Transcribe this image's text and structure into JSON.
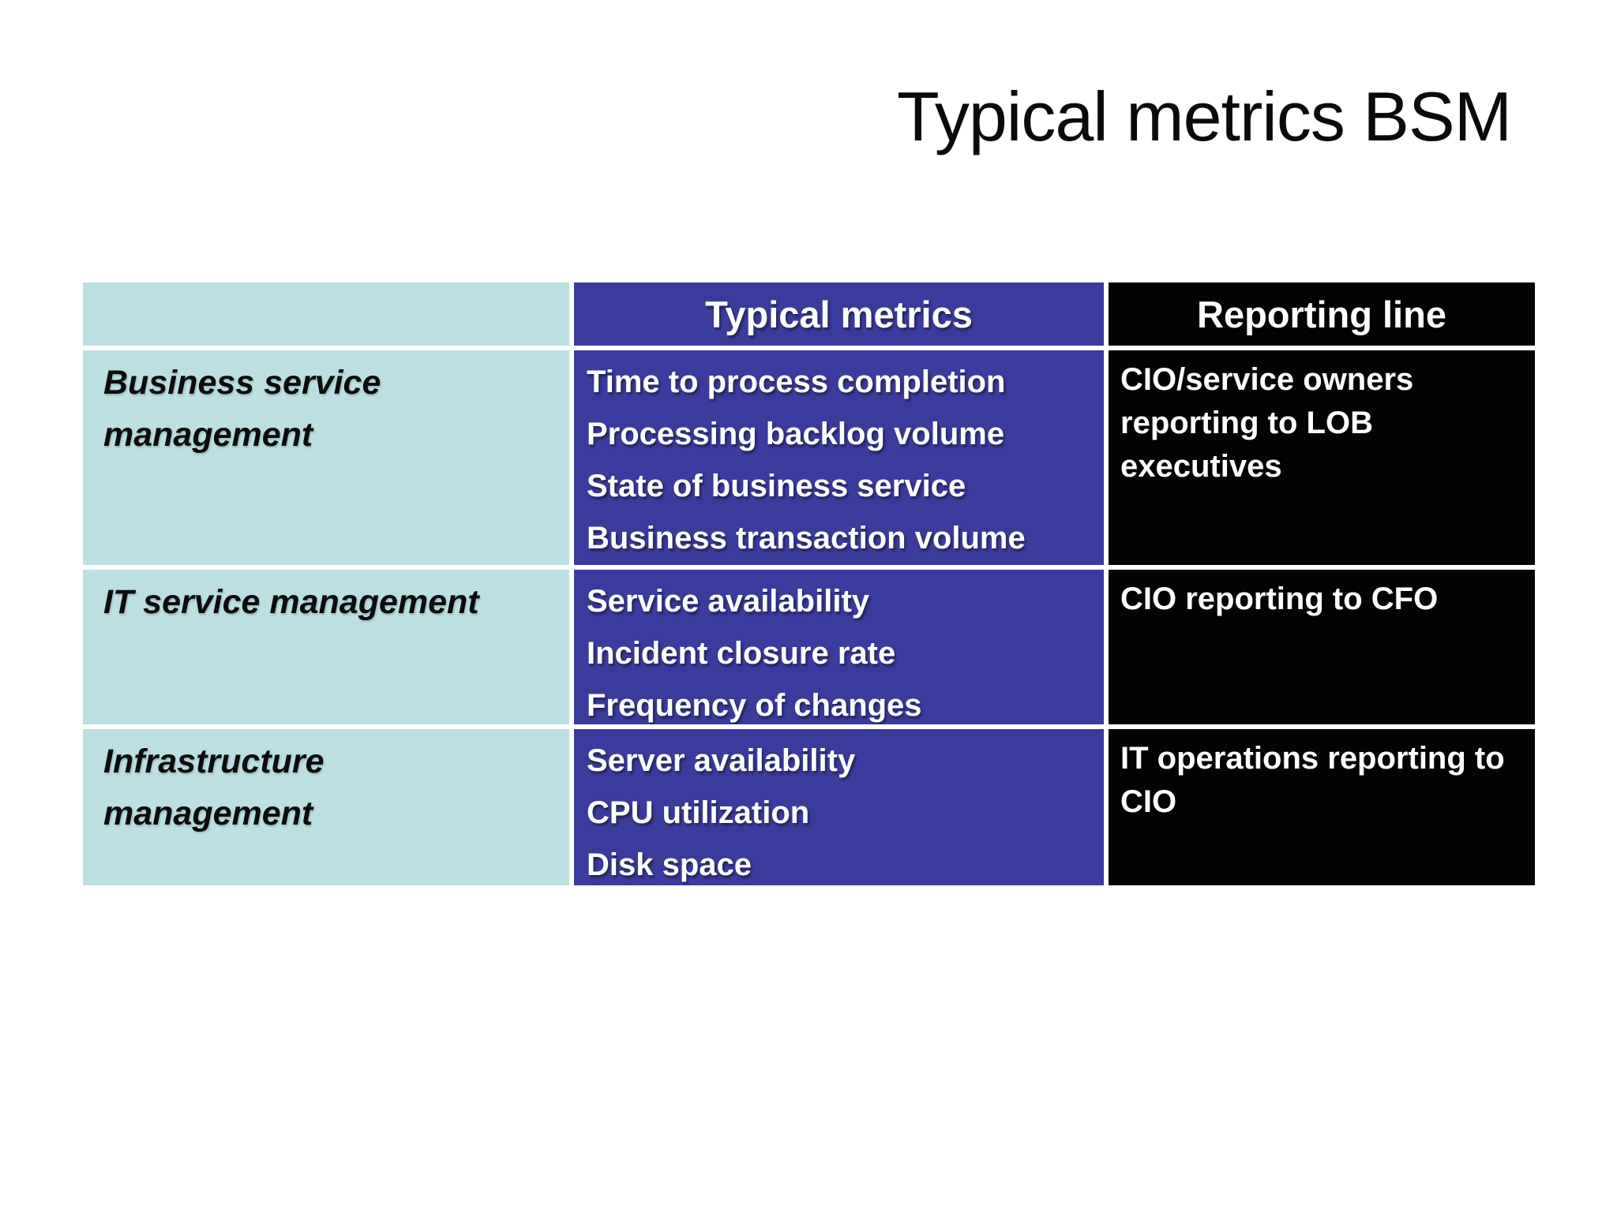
{
  "slide": {
    "title": "Typical metrics BSM"
  },
  "colors": {
    "label-bg": "#bcdfe2",
    "metrics-bg": "#3b3b9d",
    "reporting-bg": "#030303",
    "label-text": "#0c0c0c",
    "cell-text": "#ffffff"
  },
  "table": {
    "header": {
      "corner": "",
      "metrics": "Typical metrics",
      "reporting": "Reporting line"
    },
    "rows": [
      {
        "label_lines": [
          "Business service",
          "management"
        ],
        "metrics": [
          "Time to process completion",
          "Processing backlog volume",
          "State of business service",
          "Business transaction volume"
        ],
        "reporting_lines": [
          "CIO/service owners",
          "reporting to LOB",
          "executives"
        ]
      },
      {
        "label_lines": [
          "IT service management"
        ],
        "metrics": [
          "Service availability",
          "Incident closure rate",
          "Frequency of changes"
        ],
        "reporting_lines": [
          "CIO reporting to CFO"
        ]
      },
      {
        "label_lines": [
          "Infrastructure",
          "management"
        ],
        "metrics": [
          "Server availability",
          "CPU utilization",
          "Disk space"
        ],
        "reporting_lines": [
          "IT operations reporting to",
          "CIO"
        ]
      }
    ]
  }
}
